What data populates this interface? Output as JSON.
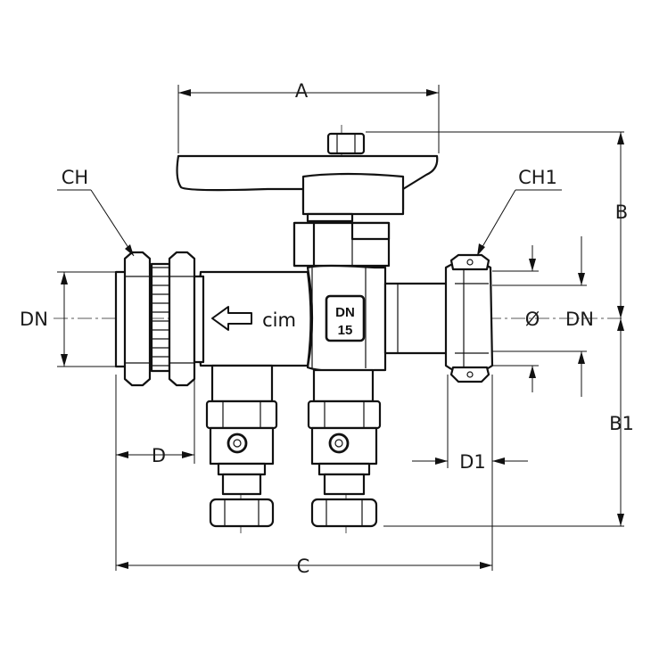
{
  "labels": {
    "A": "A",
    "B": "B",
    "B1": "B1",
    "C": "C",
    "D": "D",
    "D1": "D1",
    "CH": "CH",
    "CH1": "CH1",
    "DN_left": "DN",
    "DN_right": "DN",
    "diameter": "Ø"
  },
  "body_markings": {
    "brand": "cim",
    "dn_plate_line1": "DN",
    "dn_plate_line2": "15"
  },
  "colors": {
    "line": "#111111",
    "background": "#ffffff"
  }
}
